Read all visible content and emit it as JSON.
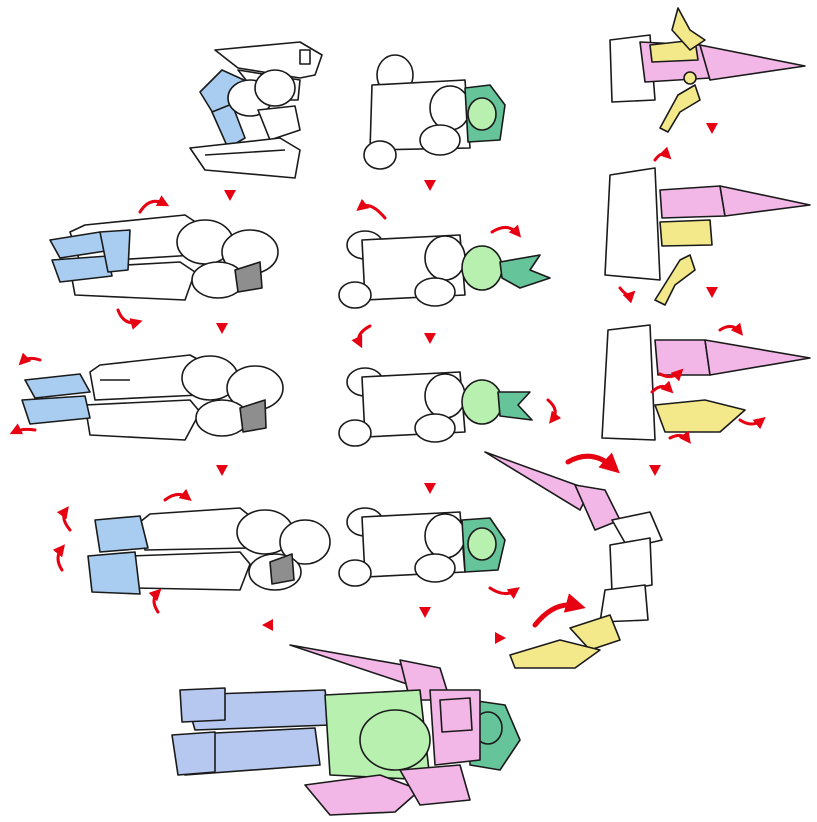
{
  "title": "",
  "palette": {
    "outline": "#1a1a1a",
    "fill_white": "#ffffff",
    "arrow_red": "#e60012",
    "leg_blue": "#a9cdf0",
    "body_green": "#66c49a",
    "body_lightgreen": "#b8f0b0",
    "arm_pink": "#f2b7e6",
    "arm_yellow": "#f3e88a",
    "final_blue": "#b6c8f0",
    "shade_gray": "#8e8e8e"
  },
  "columns": [
    {
      "id": "legs",
      "steps": 4,
      "color_key": "leg_blue"
    },
    {
      "id": "torso",
      "steps": 4,
      "color_key": "body_green"
    },
    {
      "id": "arms",
      "steps": 4,
      "color_key": "arm_pink"
    }
  ],
  "final": {
    "label": "",
    "parts": [
      "legs",
      "torso",
      "arms",
      "lance"
    ]
  }
}
